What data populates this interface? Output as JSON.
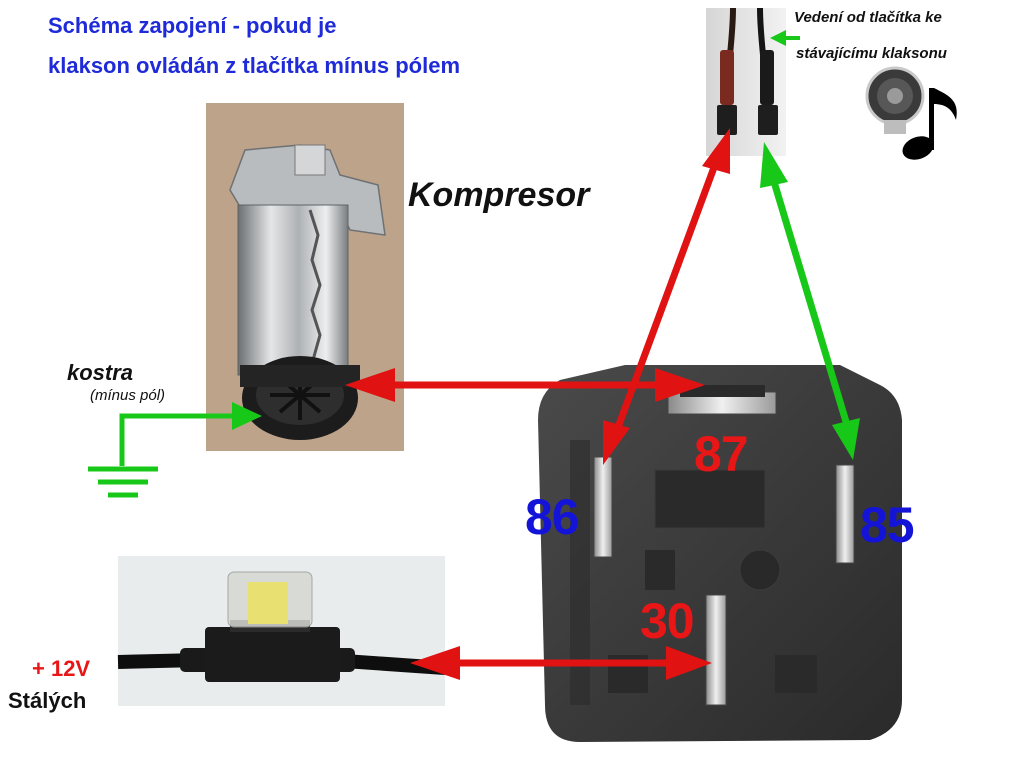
{
  "title": {
    "line1": "Schéma zapojení - pokud je",
    "line2": "klakson ovládán z tlačítka mínus pólem"
  },
  "compressor": {
    "label": "Kompresor"
  },
  "ground": {
    "label": "kostra",
    "sublabel": "(mínus pól)"
  },
  "horn_wires": {
    "line1": "Vedení od tlačítka ke",
    "line2": "stávajícímu klaksonu"
  },
  "relay": {
    "pin86": "86",
    "pin87": "87",
    "pin85": "85",
    "pin30": "30"
  },
  "power": {
    "voltage": "+ 12V",
    "type": "Stálých"
  },
  "colors": {
    "title": "#1f2bd8",
    "red_arrow": "#e01212",
    "green_arrow": "#18c818",
    "relay_body": "#333333"
  },
  "icons": [
    "compressor-photo",
    "ground-symbol",
    "fuse-holder-photo",
    "relay-photo",
    "horn-icon",
    "music-note-icon",
    "wire-connectors-photo"
  ]
}
